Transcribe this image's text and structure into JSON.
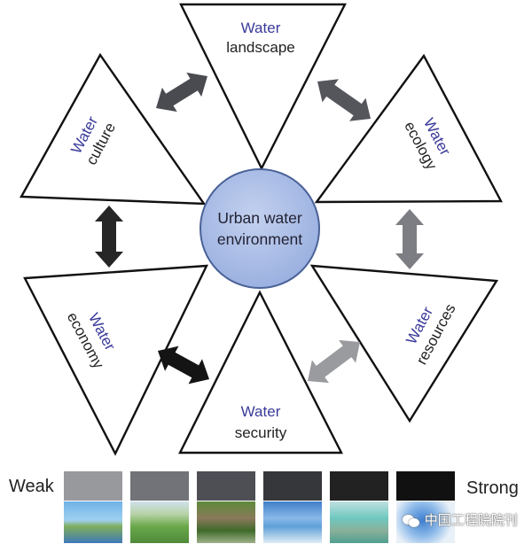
{
  "center": {
    "line1": "Urban water",
    "line2": "environment",
    "fill": "#aabde6",
    "stroke": "#4a6298"
  },
  "nodes": [
    {
      "id": "landscape",
      "title": "Water",
      "subtitle": "landscape"
    },
    {
      "id": "ecology",
      "title": "Water",
      "subtitle": "ecology"
    },
    {
      "id": "resources",
      "title": "Water",
      "subtitle": "resources"
    },
    {
      "id": "security",
      "title": "Water",
      "subtitle": "security"
    },
    {
      "id": "economy",
      "title": "Water",
      "subtitle": "economy"
    },
    {
      "id": "culture",
      "title": "Water",
      "subtitle": "culture"
    }
  ],
  "links": [
    {
      "from": "culture",
      "to": "landscape",
      "strength_level": 3,
      "color": "#4a4b50"
    },
    {
      "from": "landscape",
      "to": "ecology",
      "strength_level": 2,
      "color": "#55565c"
    },
    {
      "from": "ecology",
      "to": "resources",
      "strength_level": 1,
      "color": "#7d7e83"
    },
    {
      "from": "resources",
      "to": "security",
      "strength_level": 0,
      "color": "#9a9b9e"
    },
    {
      "from": "security",
      "to": "economy",
      "strength_level": 5,
      "color": "#141414"
    },
    {
      "from": "economy",
      "to": "culture",
      "strength_level": 4,
      "color": "#262626"
    }
  ],
  "colors": {
    "title_word": "#3a3a9a",
    "text": "#222222",
    "outline": "#111111"
  },
  "legend": {
    "weak_label": "Weak",
    "strong_label": "Strong",
    "scale": [
      {
        "level": 0,
        "color": "#98999c",
        "photo": "city-skyline-greenery"
      },
      {
        "level": 1,
        "color": "#727378",
        "photo": "green-lake-park"
      },
      {
        "level": 2,
        "color": "#4e4f55",
        "photo": "waterfall-house-forest"
      },
      {
        "level": 3,
        "color": "#36373b",
        "photo": "floating-island-city"
      },
      {
        "level": 4,
        "color": "#222222",
        "photo": "water-channel-reeds"
      },
      {
        "level": 5,
        "color": "#111111",
        "photo": "blue-water-swirl"
      }
    ]
  },
  "watermark": {
    "text": "中国工程院院刊",
    "icon": "wechat-icon"
  }
}
